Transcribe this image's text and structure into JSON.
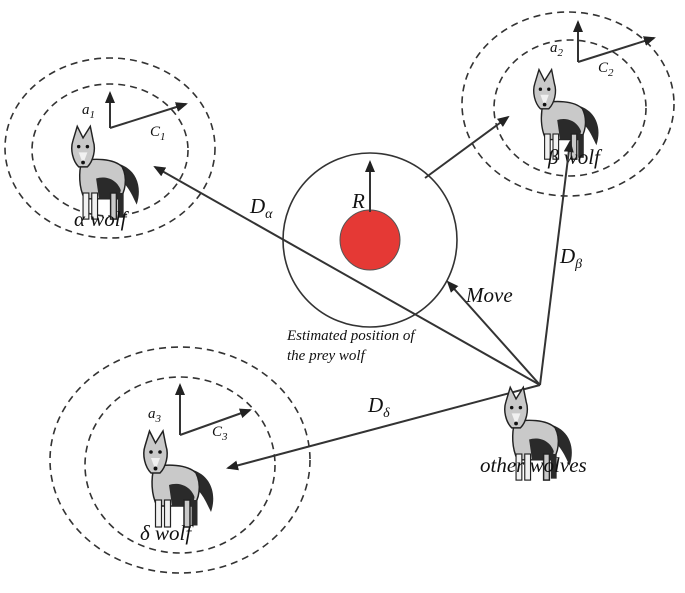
{
  "labels": {
    "alpha_wolf": "α wolf",
    "beta_wolf": "β wolf",
    "delta_wolf": "δ wolf",
    "other_wolves": "other wolves",
    "prey_radius": "R",
    "move": "Move",
    "estimate_line1": "Estimated position of",
    "estimate_line2": "the prey wolf",
    "d_alpha_main": "D",
    "d_alpha_sub": "α",
    "d_beta_main": "D",
    "d_beta_sub": "β",
    "d_delta_main": "D",
    "d_delta_sub": "δ",
    "a1_main": "a",
    "a1_sub": "1",
    "c1_main": "C",
    "c1_sub": "1",
    "a2_main": "a",
    "a2_sub": "2",
    "c2_main": "C",
    "c2_sub": "2",
    "a3_main": "a",
    "a3_sub": "3",
    "c3_main": "C",
    "c3_sub": "3"
  },
  "colors": {
    "prey": "#e53935",
    "stroke": "#333333"
  }
}
